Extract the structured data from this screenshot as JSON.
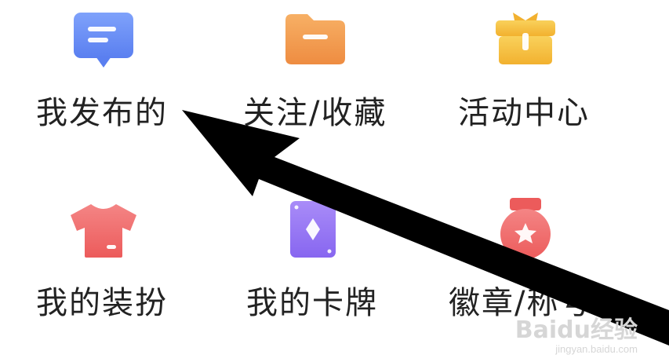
{
  "menu": {
    "items": [
      {
        "label": "我发布的",
        "icon": "chat-bubble-icon",
        "color": "#6B8FF5"
      },
      {
        "label": "关注/收藏",
        "icon": "folder-icon",
        "color": "#F39A4E"
      },
      {
        "label": "活动中心",
        "icon": "gift-icon",
        "color": "#F6C244"
      },
      {
        "label": "我的装扮",
        "icon": "tshirt-icon",
        "color": "#F06A6A"
      },
      {
        "label": "我的卡牌",
        "icon": "card-icon",
        "color": "#9B7CF5"
      },
      {
        "label": "徽章/称号",
        "icon": "medal-icon",
        "color": "#F06A6A"
      }
    ]
  },
  "watermark": {
    "text": "Baidu经验",
    "url": "jingyan.baidu.com"
  }
}
